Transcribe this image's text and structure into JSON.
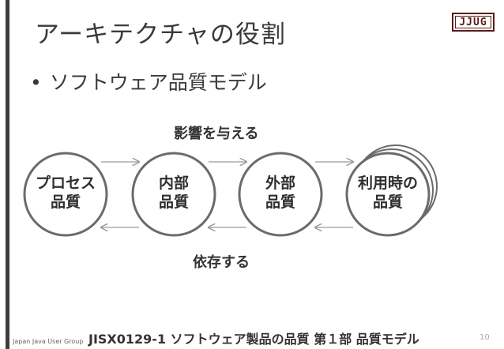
{
  "slide": {
    "title": "アーキテクチャの役割",
    "bullet": "ソフトウェア品質モデル",
    "bullet_marker": "•",
    "logo_text": "JJUG",
    "arrow_top_label": "影響を与える",
    "arrow_bottom_label": "依存する",
    "nodes": [
      {
        "line1": "プロセス",
        "line2": "品質"
      },
      {
        "line1": "内部",
        "line2": "品質"
      },
      {
        "line1": "外部",
        "line2": "品質"
      },
      {
        "line1": "利用時の",
        "line2": "品質"
      }
    ],
    "footer_group": "Japan Java User Group",
    "footer_title": "JISX0129-1 ソフトウェア製品の品質 第１部 品質モデル",
    "page_number": "10"
  },
  "colors": {
    "circle_border": "#6b6b6b",
    "arrow": "#9a9a9a",
    "logo": "#5a1a1a",
    "side_bar": "#3d3d3d"
  }
}
